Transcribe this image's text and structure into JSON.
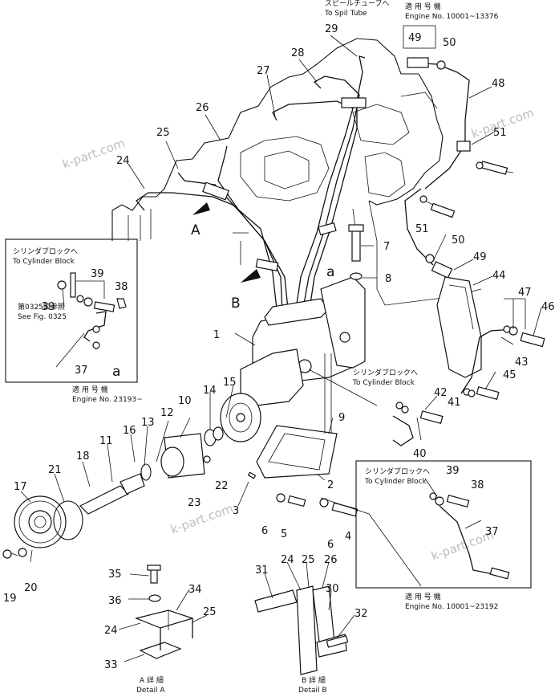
{
  "watermarks": [
    "k-part.com",
    "k-part.com",
    "k-part.com",
    "k-part.com"
  ],
  "view_letters": {
    "A": "A",
    "B": "B",
    "a1": "a",
    "a2": "a"
  },
  "notes": {
    "spill_jp": "スピールチューブへ",
    "spill_en": "To Spil Tube",
    "eng_top_jp": "適 用 号 機",
    "eng_top_en": "Engine No. 10001~13376",
    "cyl_left_jp": "シリンダブロックへ",
    "cyl_left_en": "To Cylinder Block",
    "see_fig_jp": "第0325図参照",
    "see_fig_en": "See Fig. 0325",
    "eng_left_jp": "適 用 号 機",
    "eng_left_en": "Engine No. 23193~",
    "cyl_mid_jp": "シリンダブロックへ",
    "cyl_mid_en": "To Cylinder Block",
    "cyl_right_jp": "シリンダブロックへ",
    "cyl_right_en": "To Cylinder Block",
    "eng_right_jp": "適 用 号 機",
    "eng_right_en": "Engine No. 10001~23192",
    "detail_a_jp": "A 詳 細",
    "detail_a_en": "Detail A",
    "detail_b_jp": "B 詳 細",
    "detail_b_en": "Detail B"
  },
  "part_numbers": {
    "p1": "1",
    "p2": "2",
    "p3": "3",
    "p4": "4",
    "p5": "5",
    "p6a": "6",
    "p6b": "6",
    "p7": "7",
    "p8": "8",
    "p9": "9",
    "p10": "10",
    "p11": "11",
    "p12": "12",
    "p13": "13",
    "p14": "14",
    "p15": "15",
    "p16": "16",
    "p17": "17",
    "p18": "18",
    "p19": "19",
    "p20": "20",
    "p21": "21",
    "p22": "22",
    "p23": "23",
    "p24a": "24",
    "p25a": "25",
    "p26a": "26",
    "p27": "27",
    "p28": "28",
    "p29": "29",
    "p37a": "37",
    "p38a": "38",
    "p39a": "39",
    "p39b": "39",
    "p49a": "49",
    "p50a": "50",
    "p48": "48",
    "p51a": "51",
    "p51b": "51",
    "p50b": "50",
    "p49b": "49",
    "p44": "44",
    "p47": "47",
    "p46": "46",
    "p43": "43",
    "p45": "45",
    "p42": "42",
    "p41": "41",
    "p40": "40",
    "p39c": "39",
    "p38b": "38",
    "p37b": "37",
    "p35": "35",
    "p36": "36",
    "p34": "34",
    "p24b": "24",
    "p25b": "25",
    "p33": "33",
    "p31": "31",
    "p24c": "24",
    "p25c": "25",
    "p26b": "26",
    "p30": "30",
    "p32": "32"
  }
}
